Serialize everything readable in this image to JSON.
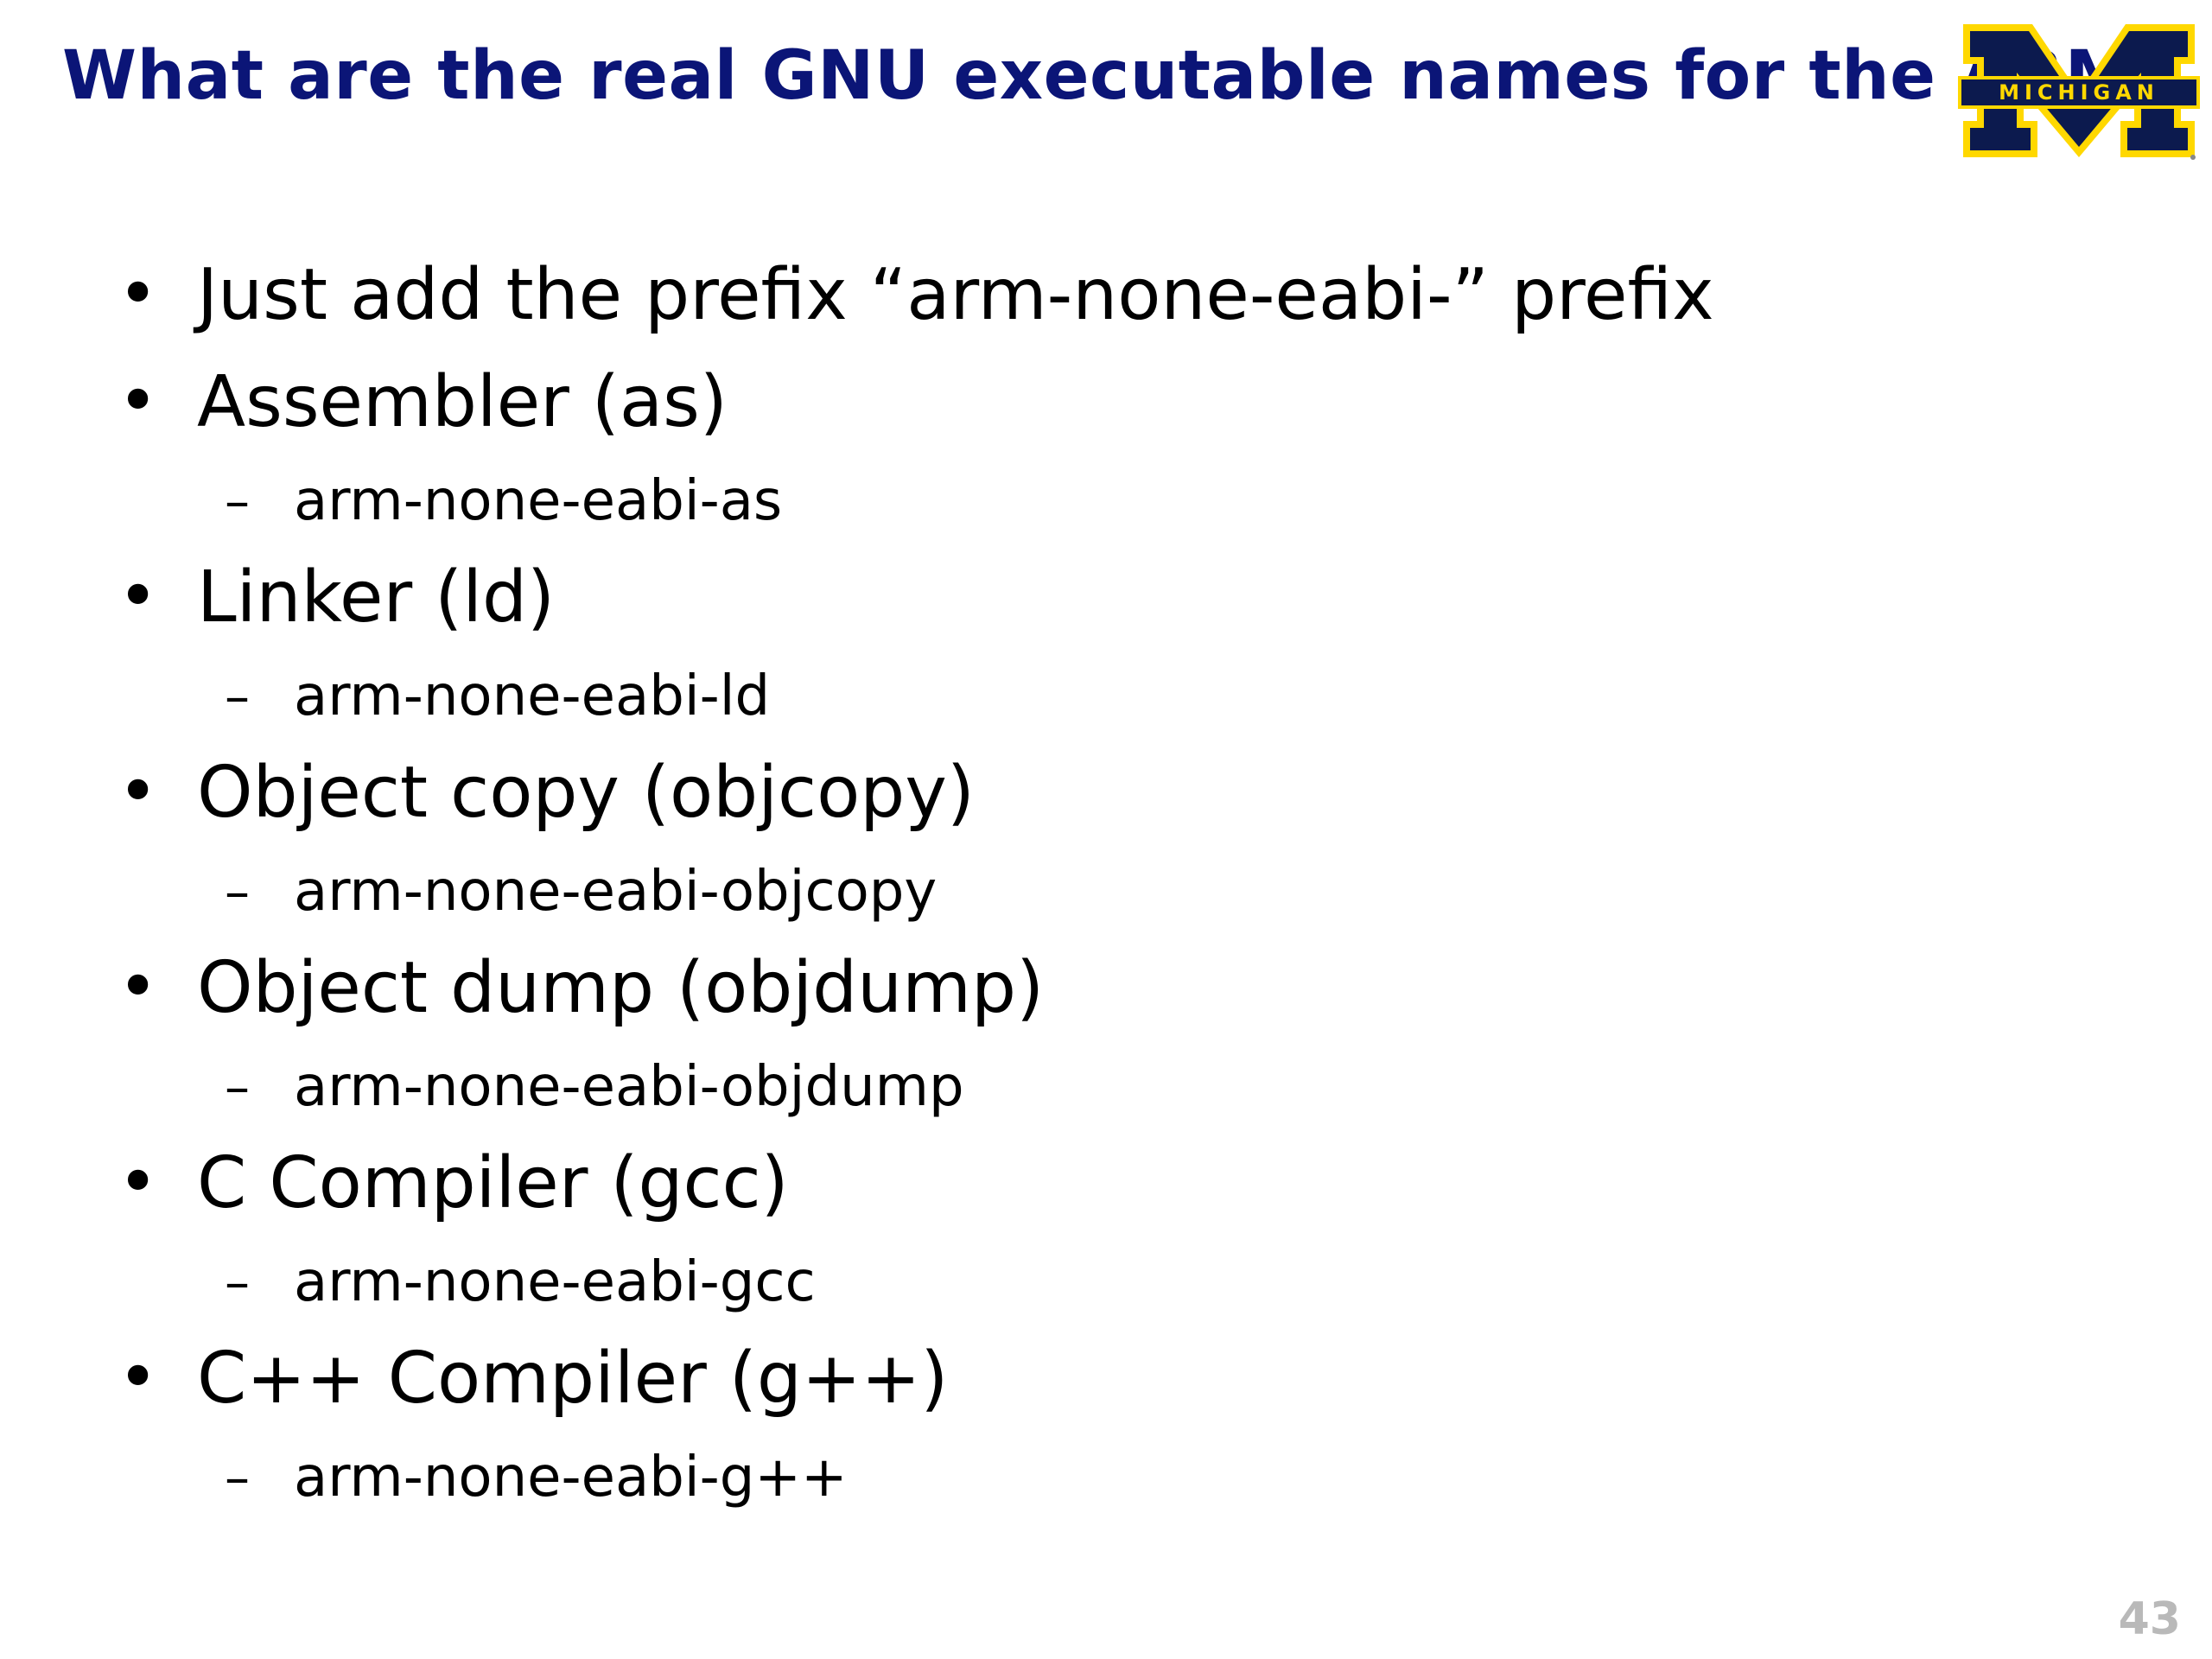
{
  "slide": {
    "title": "What are the real GNU executable names for the ARM?",
    "logo_text": "MICHIGAN",
    "page_number": "43",
    "colors": {
      "title": "#0b1577",
      "logo_blue": "#0c1a4e",
      "logo_maize": "#ffd800",
      "page_number": "#b9b9b9"
    },
    "bullet_symbol": "•",
    "sub_symbol": "–",
    "items": [
      {
        "text": "Just add the prefix “arm-none-eabi-” prefix",
        "sub": ""
      },
      {
        "text": "Assembler (as)",
        "sub": "arm-none-eabi-as"
      },
      {
        "text": "Linker (ld)",
        "sub": "arm-none-eabi-ld"
      },
      {
        "text": "Object copy (objcopy)",
        "sub": "arm-none-eabi-objcopy"
      },
      {
        "text": "Object dump (objdump)",
        "sub": "arm-none-eabi-objdump"
      },
      {
        "text": "C Compiler (gcc)",
        "sub": "arm-none-eabi-gcc"
      },
      {
        "text": "C++ Compiler (g++)",
        "sub": "arm-none-eabi-g++"
      }
    ]
  }
}
